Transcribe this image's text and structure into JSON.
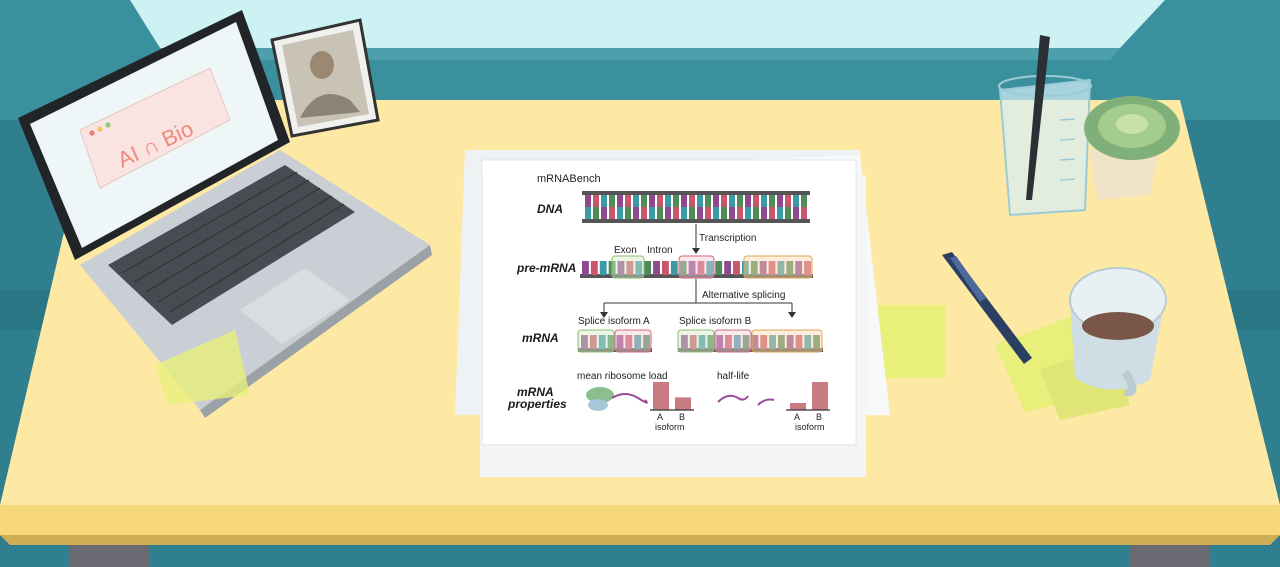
{
  "laptop": {
    "screen_text": "AI ∩ Bio"
  },
  "paper": {
    "title": "mRNABench",
    "rows": {
      "dna": "DNA",
      "pre_mrna": "pre-mRNA",
      "mrna": "mRNA",
      "properties_line1": "mRNA",
      "properties_line2": "properties"
    },
    "arrows": {
      "transcription": "Transcription",
      "alternative_splicing": "Alternative splicing"
    },
    "labels": {
      "exon": "Exon",
      "intron": "Intron",
      "isoform_a": "Splice isoform A",
      "isoform_b": "Splice isoform B",
      "mean_ribosome_load": "mean ribosome load",
      "half_life": "half-life",
      "bar_a": "A",
      "bar_b": "B",
      "bar_a2": "A",
      "bar_b2": "B",
      "isoform_axis": "isoform",
      "isoform_axis2": "isoform"
    },
    "chart_values": {
      "mean_ribosome_load": {
        "A": 1.0,
        "B": 0.45
      },
      "half_life": {
        "A": 0.25,
        "B": 1.0
      }
    }
  },
  "colors": {
    "wall": "#2f7f8e",
    "window": "#cdf2f4",
    "desk_top": "#fde9a3",
    "desk_edge": "#f5d77a",
    "paper": "#ffffff",
    "nucleotide_green": "#4f8a5b",
    "nucleotide_teal": "#3d9aa4",
    "nucleotide_pink": "#c8566d",
    "nucleotide_purple": "#8e4a8c",
    "bar": "#c97b84"
  }
}
